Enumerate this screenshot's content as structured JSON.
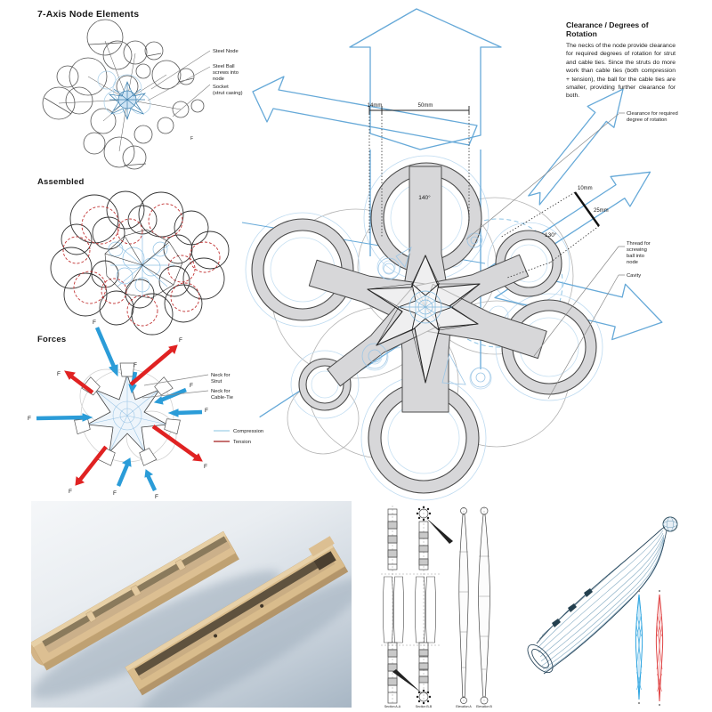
{
  "titles": {
    "node_elements": "7-Axis Node Elements",
    "assembled": "Assembled",
    "forces": "Forces"
  },
  "node_elements_labels": {
    "steel_node": "Steel Node",
    "steel_ball": [
      "Steel Ball",
      "screws into",
      "node"
    ],
    "socket": [
      "Socket",
      "(strut casing)"
    ],
    "f": "F"
  },
  "forces_labels": {
    "f": "F",
    "neck_strut": [
      "Neck for",
      "Strut"
    ],
    "neck_cable": [
      "Neck for",
      "Cable-Tie"
    ],
    "legend": {
      "compression": "Compression",
      "tension": "Tension"
    }
  },
  "clearance_note": {
    "title": "Clearance / Degrees of Rotation",
    "body": "The necks of the node provide clearance for required degrees of rotation for strut and cable ties.  Since the struts do more work than cable ties (both compression + tension), the ball for the cable ties are smaller, providing further clearance for both."
  },
  "main_diagram": {
    "dim_14": "14mm",
    "dim_50": "50mm",
    "dim_10": "10mm",
    "dim_25": "25mm",
    "angle_140": "140°",
    "angle_130": "130°",
    "clearance": [
      "Clearance for required",
      "degree of rotation"
    ],
    "thread": [
      "Thread for",
      "screwing",
      "ball into",
      "node"
    ],
    "cavity": "Cavity"
  },
  "strut_drawings": {
    "captions": [
      "Section A-A",
      "Section B-B",
      "Elevation A",
      "Elevation B"
    ]
  },
  "colors": {
    "arrow_blue": "#66a9d8",
    "wire_blue": "#7fb8dd",
    "light_blue": "#a9cfe8",
    "compression_blue": "#2b9cd8",
    "tension_red": "#e02222",
    "dashed_red": "#c23434",
    "node_gray": "#d7d7d9",
    "legend_compression": "#9fcfe8",
    "legend_tension": "#a51c1c"
  }
}
